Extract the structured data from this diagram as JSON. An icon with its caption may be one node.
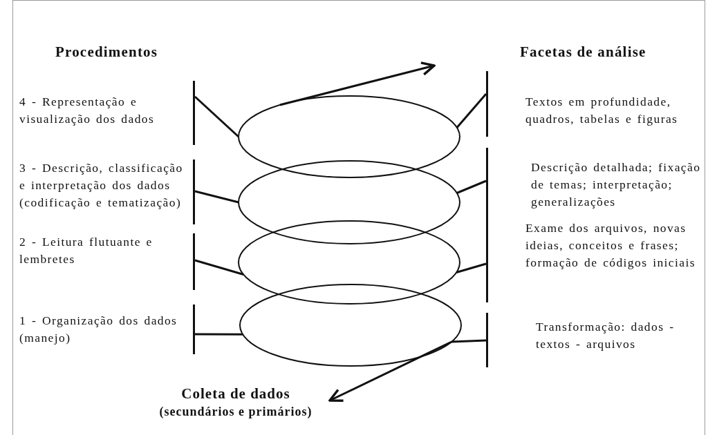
{
  "diagram": {
    "nodes": [
      {
        "text": [
          "4 - Representação e visualização dos dados"
        ]
      },
      {
        "text": [],
        "shape": "ellipse"
      },
      {
        "text": [
          "Textos em profundidade, quadros, tabelas e figuras"
        ]
      },
      {
        "text": [
          "3 - Descrição, classificação e interpretação dos dados (codificação e tematização)"
        ]
      },
      {
        "text": [],
        "shape": "ellipse"
      },
      {
        "text": [
          "Descrição detalhada; fixação de temas; interpretação; generalizações"
        ]
      },
      {
        "text": [
          "2 - Leitura flutuante e lembretes"
        ]
      },
      {
        "text": [],
        "shape": "ellipse"
      },
      {
        "text": [
          "Exame dos arquivos, novas ideias, conceitos e frases; formação de códigos iniciais"
        ]
      },
      {
        "text": [
          "1 - Organização dos dados (manejo)"
        ]
      },
      {
        "text": [],
        "shape": "ellipse"
      },
      {
        "text": [
          "Transformação: dados - textos - arquivos"
        ]
      },
      {
        "text": [
          "Coleta de dados",
          "(secundários e primários)"
        ]
      }
    ],
    "edges": [
      {
        "from": 0,
        "to": 1,
        "arrow": "none"
      },
      {
        "from": 2,
        "to": 1,
        "arrow": "none"
      },
      {
        "from": 3,
        "to": 4,
        "arrow": "none"
      },
      {
        "from": 5,
        "to": 4,
        "arrow": "none"
      },
      {
        "from": 6,
        "to": 7,
        "arrow": "none"
      },
      {
        "from": 8,
        "to": 7,
        "arrow": "none"
      },
      {
        "from": 9,
        "to": 10,
        "arrow": "none"
      },
      {
        "from": 11,
        "to": 10,
        "arrow": "none"
      },
      {
        "from": 1,
        "to": null,
        "arrow": "to"
      },
      {
        "from": 10,
        "to": 12,
        "arrow": "to"
      }
    ],
    "labels": [
      "Procedimentos",
      "Facetas de análise"
    ]
  }
}
